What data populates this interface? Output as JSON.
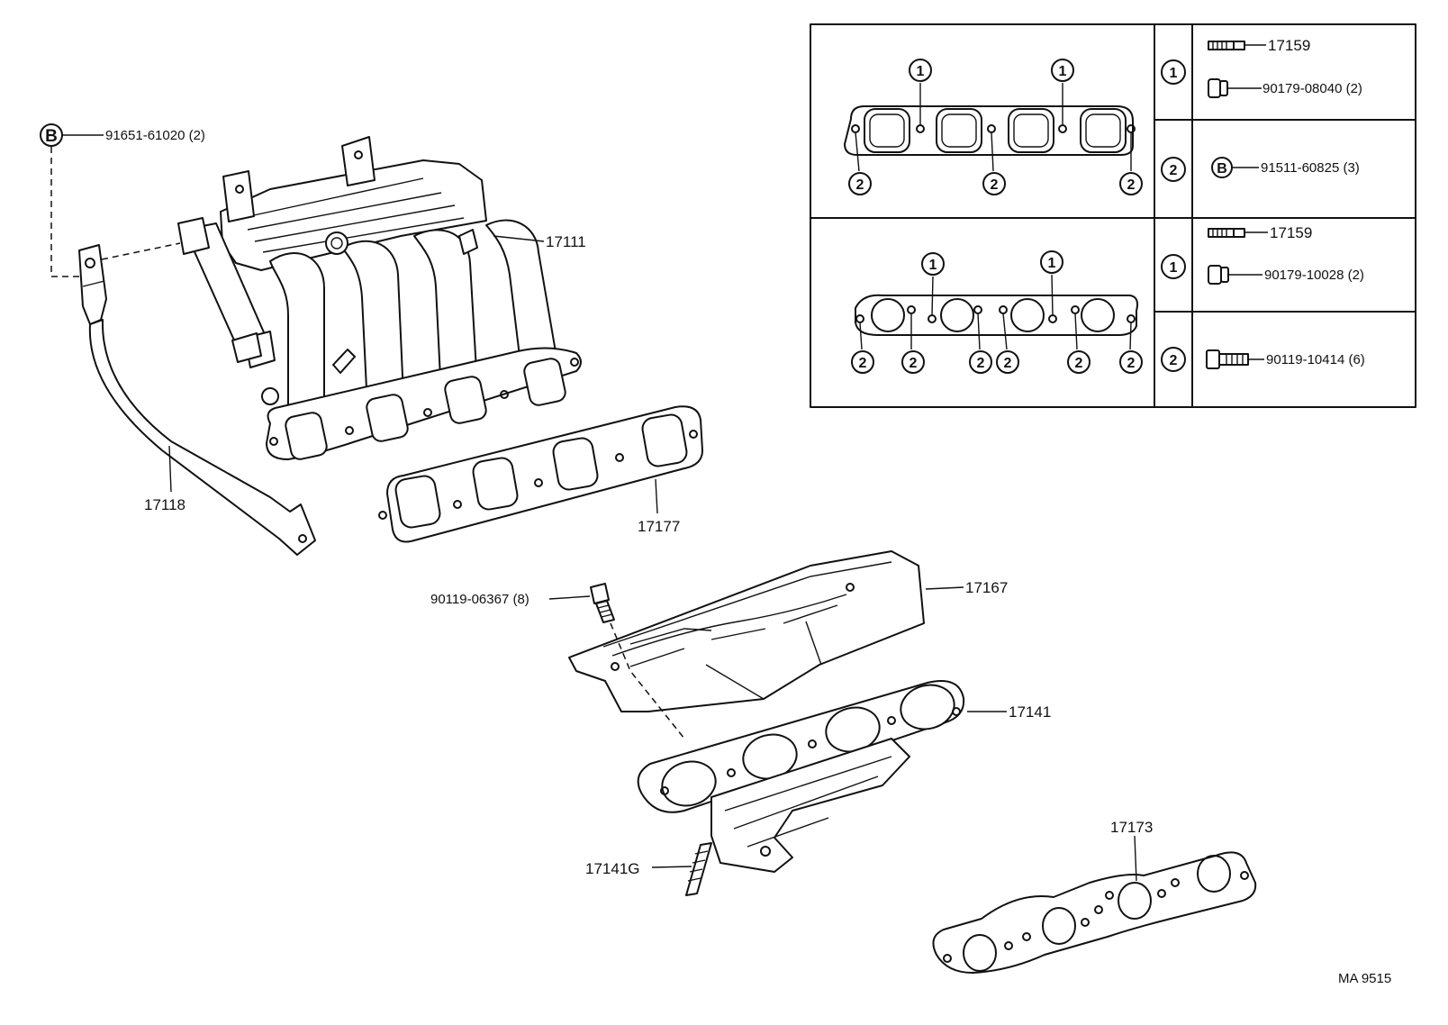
{
  "parts": {
    "intake_manifold": "17111",
    "intake_stay": "17118",
    "intake_gasket": "17177",
    "heat_insulator": "17167",
    "exhaust_manifold": "17141",
    "exhaust_stud": "17141G",
    "exhaust_gasket": "17173",
    "insulator_bolt": "90119-06367 (8)",
    "stay_bolt": "91651-61020 (2)"
  },
  "markers": {
    "b": "B",
    "one": "1",
    "two": "2"
  },
  "table": {
    "row1_stud": "17159",
    "row1_nut": "90179-08040 (2)",
    "row2_bolt": "91511-60825 (3)",
    "row3_stud": "17159",
    "row3_nut": "90179-10028 (2)",
    "row4_bolt": "90119-10414 (6)"
  },
  "footer_code": "MA  9515"
}
